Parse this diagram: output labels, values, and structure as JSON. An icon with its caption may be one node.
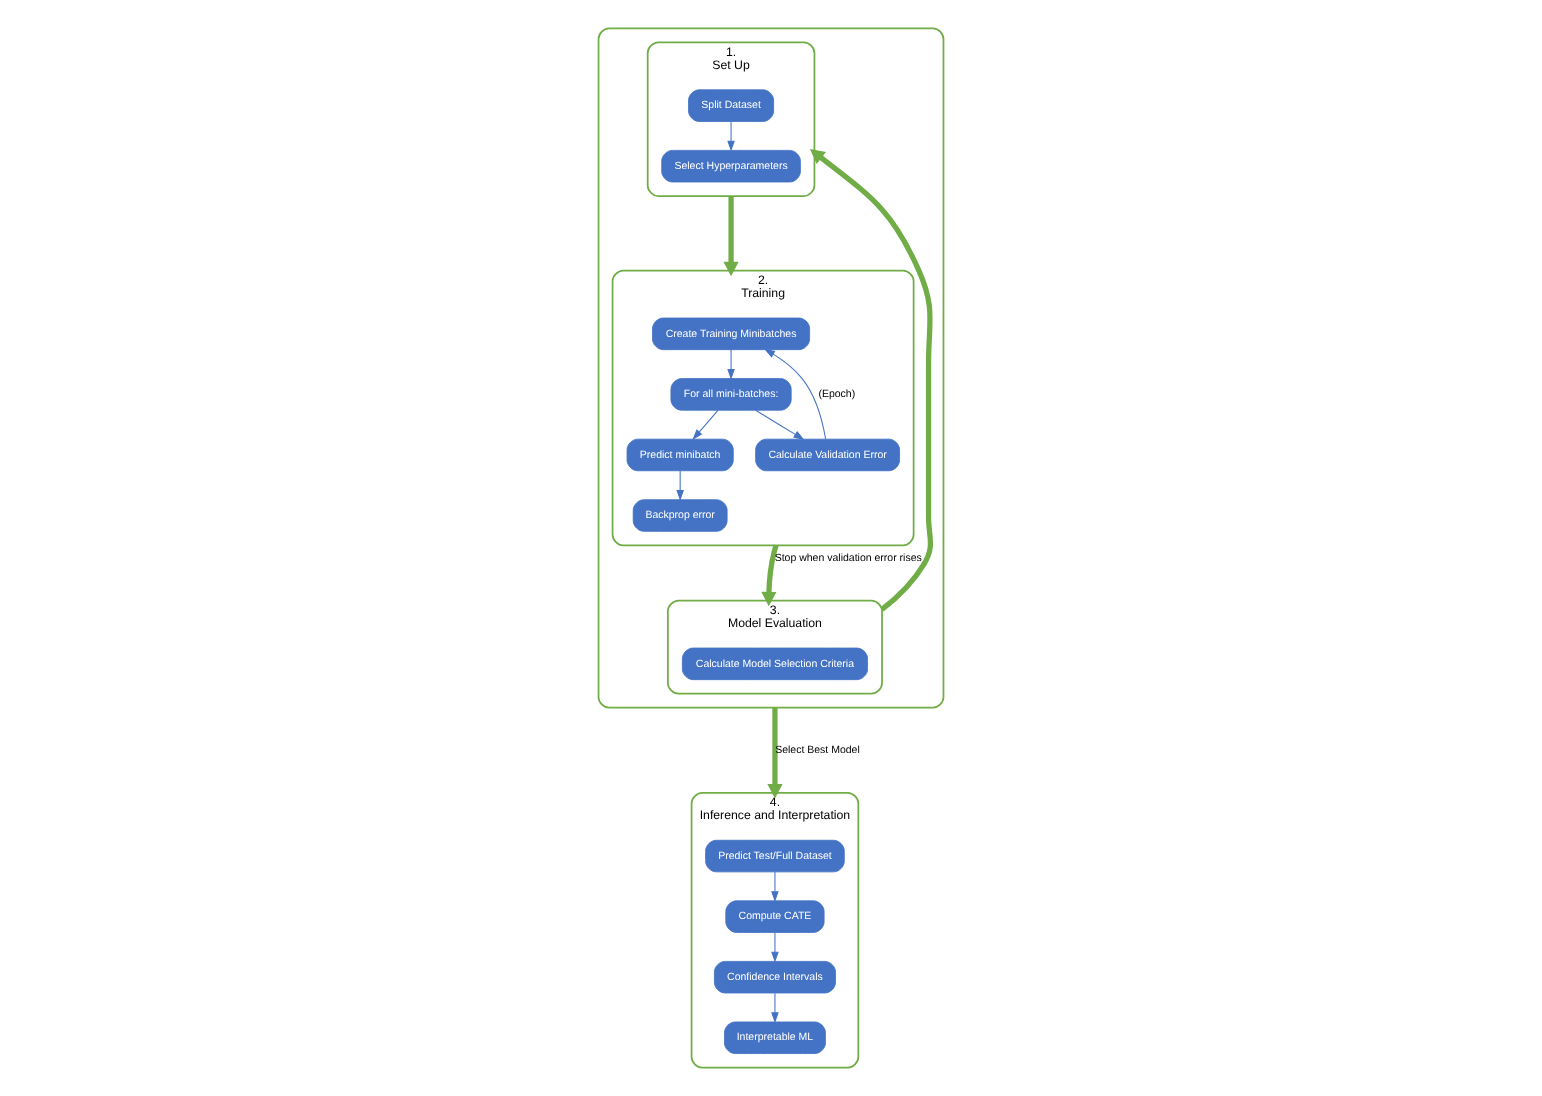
{
  "diagram": {
    "nodes": [
      {
        "text": [],
        "shape": "box"
      },
      {
        "text": [
          "1.",
          "Set Up"
        ],
        "in": 0
      },
      {
        "text": [
          "Split Dataset"
        ],
        "in": 1
      },
      {
        "text": [
          "Select Hyperparameters"
        ],
        "in": 1
      },
      {
        "text": [
          "2.",
          "Training"
        ],
        "in": 0
      },
      {
        "text": [
          "Create Training Minibatches"
        ],
        "in": 4
      },
      {
        "text": [
          "For all mini-batches:"
        ],
        "in": 4
      },
      {
        "text": [
          "Predict minibatch"
        ],
        "in": 4
      },
      {
        "text": [
          "Backprop error"
        ],
        "in": 4
      },
      {
        "text": [
          "Calculate Validation Error"
        ],
        "in": 4
      },
      {
        "text": [
          "3.",
          "Model Evaluation"
        ],
        "in": 0
      },
      {
        "text": [
          "Calculate Model Selection Criteria"
        ],
        "in": 10
      },
      {
        "text": [
          "4.",
          "Inference and Interpretation"
        ]
      },
      {
        "text": [
          "Predict Test/Full Dataset"
        ],
        "in": 12
      },
      {
        "text": [
          "Compute CATE"
        ],
        "in": 12
      },
      {
        "text": [
          "Confidence Intervals"
        ],
        "in": 12
      },
      {
        "text": [
          "Interpretable ML"
        ],
        "in": 12
      }
    ],
    "edges": [
      {
        "from": 2,
        "to": 3,
        "arrow": "to"
      },
      {
        "from": 1,
        "to": 4,
        "arrow": "to",
        "style": "thick",
        "color": "#70ad47"
      },
      {
        "from": 5,
        "to": 6,
        "arrow": "to"
      },
      {
        "from": 6,
        "to": 7,
        "arrow": "to"
      },
      {
        "from": 7,
        "to": 8,
        "arrow": "to"
      },
      {
        "from": 6,
        "to": 9,
        "arrow": "to"
      },
      {
        "from": 9,
        "to": 5,
        "arrow": "to",
        "label": "(Epoch)"
      },
      {
        "from": 4,
        "to": 10,
        "arrow": "to",
        "label": "Stop when validation error rises",
        "style": "thick",
        "color": "#70ad47"
      },
      {
        "from": 10,
        "to": 1,
        "arrow": "to",
        "style": "thick",
        "color": "#70ad47"
      },
      {
        "from": 0,
        "to": 12,
        "arrow": "to",
        "label": "Select Best Model",
        "style": "thick",
        "color": "#70ad47"
      },
      {
        "from": 13,
        "to": 14,
        "arrow": "to"
      },
      {
        "from": 14,
        "to": 15,
        "arrow": "to"
      },
      {
        "from": 15,
        "to": 16,
        "arrow": "to"
      }
    ]
  }
}
